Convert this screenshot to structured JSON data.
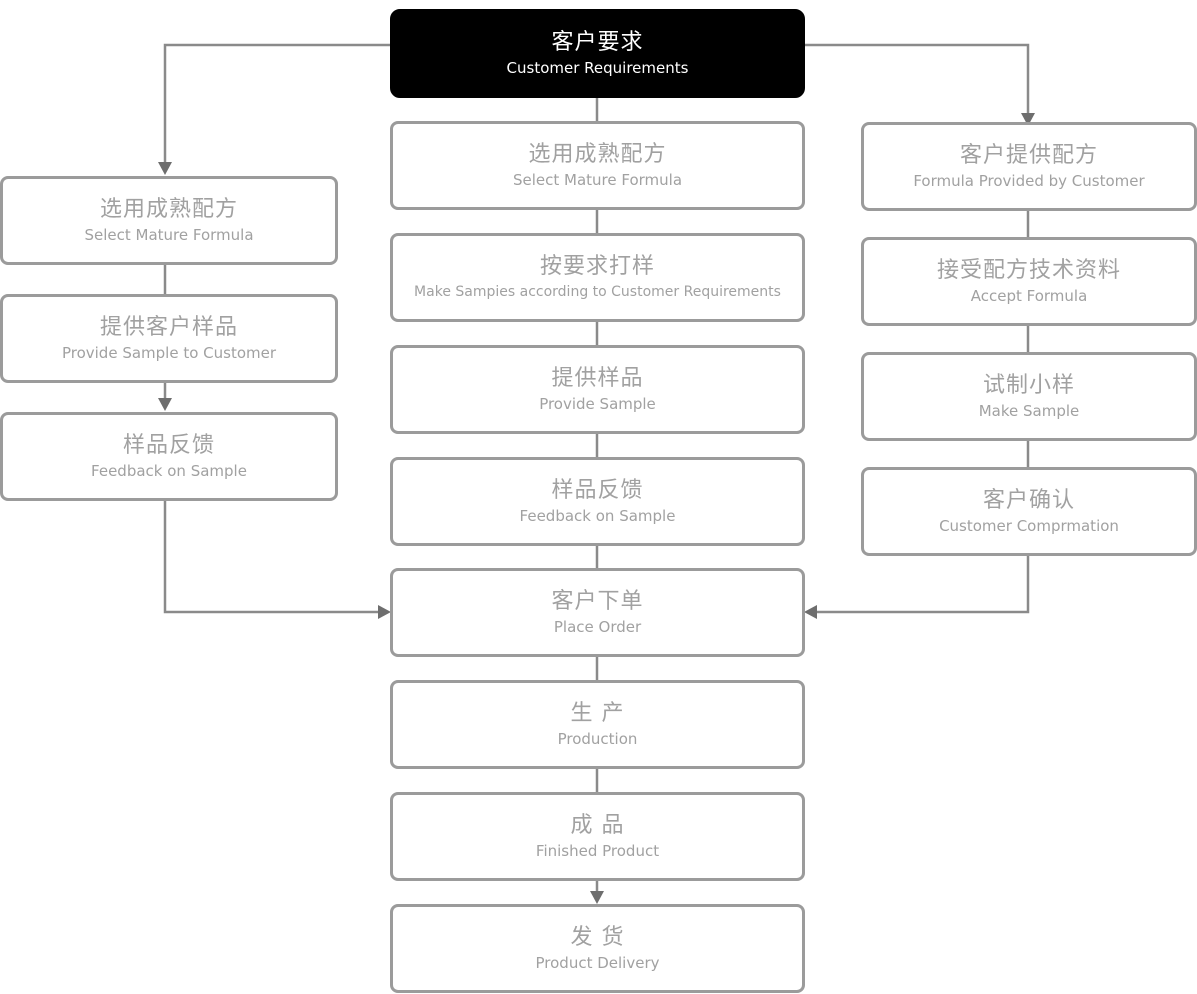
{
  "root": {
    "zh": "客户要求",
    "en": "Customer Requirements"
  },
  "left": [
    {
      "zh": "选用成熟配方",
      "en": "Select Mature Formula"
    },
    {
      "zh": "提供客户样品",
      "en": "Provide Sample to Customer"
    },
    {
      "zh": "样品反馈",
      "en": "Feedback on Sample"
    }
  ],
  "center": [
    {
      "zh": "选用成熟配方",
      "en": "Select Mature Formula"
    },
    {
      "zh": "按要求打样",
      "en": "Make Sampies according to Customer Requirements"
    },
    {
      "zh": "提供样品",
      "en": "Provide Sample"
    },
    {
      "zh": "样品反馈",
      "en": "Feedback on Sample"
    },
    {
      "zh": "客户下单",
      "en": "Place Order"
    },
    {
      "zh": "生 产",
      "en": "Production"
    },
    {
      "zh": "成 品",
      "en": "Finished Product"
    },
    {
      "zh": "发 货",
      "en": "Product Delivery"
    }
  ],
  "right": [
    {
      "zh": "客户提供配方",
      "en": "Formula Provided by Customer"
    },
    {
      "zh": "接受配方技术资料",
      "en": "Accept Formula"
    },
    {
      "zh": "试制小样",
      "en": "Make Sample"
    },
    {
      "zh": "客户确认",
      "en": "Customer Comprmation"
    }
  ],
  "colors": {
    "root_fill": "#000000",
    "box_border": "#9b9b9b",
    "text": "#a1a1a1",
    "line": "#8a8a8a"
  }
}
